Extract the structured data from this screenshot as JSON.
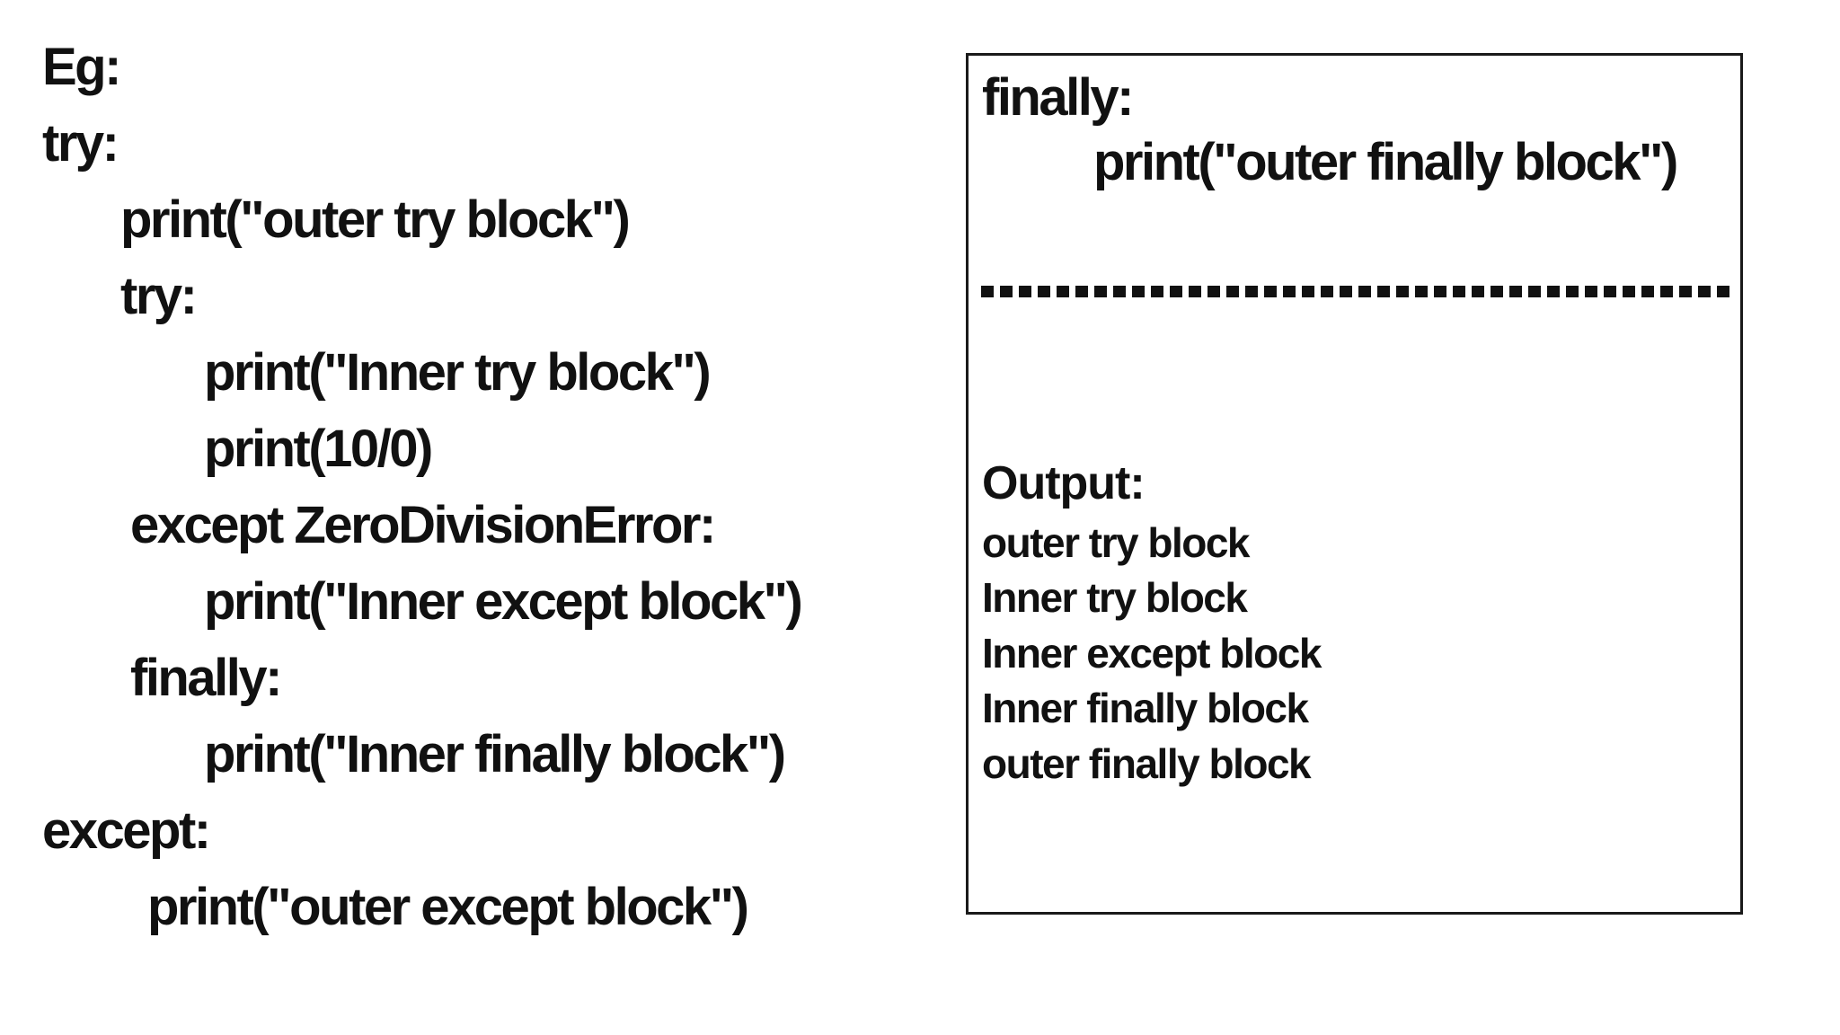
{
  "page": {
    "background": "#ffffff",
    "text_color": "#111111",
    "box_border_color": "#1a1a1a"
  },
  "code_example": {
    "lines": [
      {
        "text": "Eg:",
        "indent": 0
      },
      {
        "text": "try:",
        "indent": 0
      },
      {
        "text": "print(\"outer try block\")",
        "indent": 1
      },
      {
        "text": "try:",
        "indent": 1
      },
      {
        "text": "print(\"Inner try block\")",
        "indent": 2
      },
      {
        "text": "print(10/0)",
        "indent": 2
      },
      {
        "text": "except ZeroDivisionError:",
        "indent": 1
      },
      {
        "text": "print(\"Inner except block\")",
        "indent": 2
      },
      {
        "text": "finally:",
        "indent": 1
      },
      {
        "text": "print(\"Inner finally block\")",
        "indent": 2
      },
      {
        "text": "except:",
        "indent": 0
      },
      {
        "text": "print(\"outer except block\")",
        "indent": 1
      }
    ]
  },
  "output_box": {
    "code_lines": [
      {
        "text": "finally:",
        "indent": 0
      },
      {
        "text": "print(\"outer finally block\")",
        "indent": 1
      }
    ],
    "divider_text": "--------------------------------------------",
    "output_heading": "Output:",
    "output_lines": [
      "outer try block",
      "Inner try block",
      "Inner except block",
      "Inner finally block",
      "outer finally block"
    ]
  }
}
